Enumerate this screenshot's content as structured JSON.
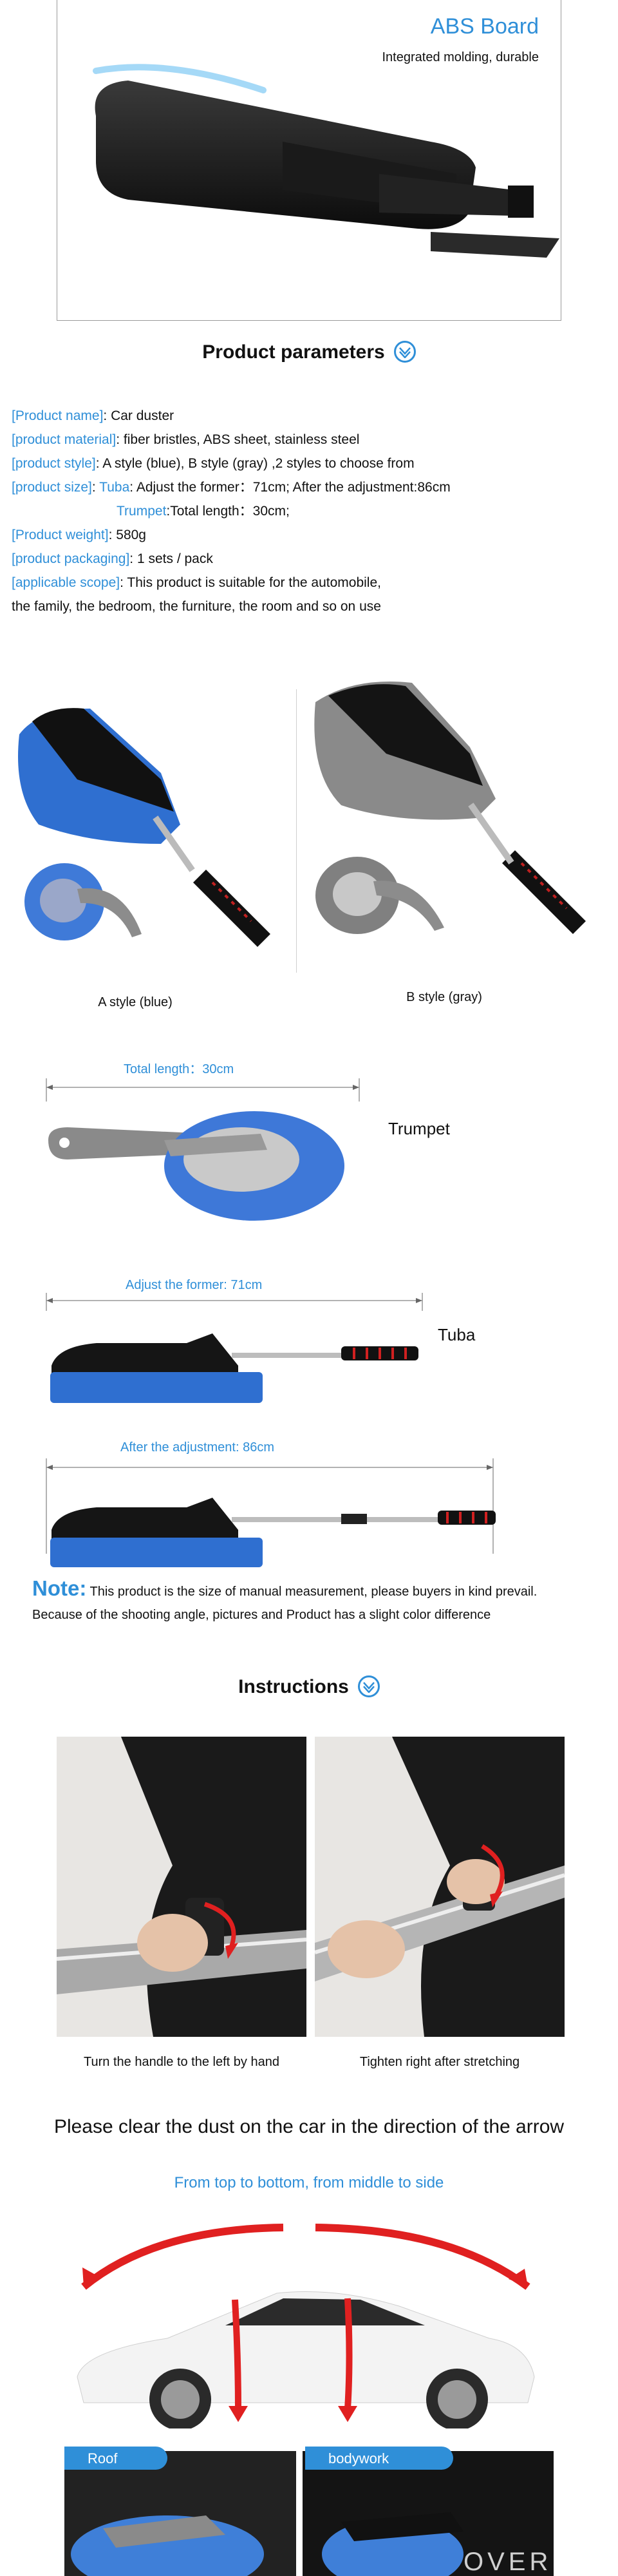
{
  "abs_board": {
    "title": "ABS Board",
    "subtitle": "Integrated molding, durable"
  },
  "params": {
    "title": "Product parameters",
    "rows": [
      {
        "key": "[Product name]",
        "sep": ":",
        "value": " Car duster"
      },
      {
        "key": "[product material]",
        "sep": ":",
        "value": " fiber bristles, ABS sheet, stainless steel"
      },
      {
        "key": "[product style]",
        "sep": ":",
        "value": " A style (blue), B style (gray) ,2 styles to choose from"
      },
      {
        "key": "[product size]",
        "sep": ":",
        "value": " Adjust the former：71cm; After the adjustment:86cm",
        "sub_key": " Tuba",
        "sub_sep": ":"
      },
      {
        "key": "",
        "sep": "",
        "value": "Total length：30cm;",
        "sub_key": "Trumpet",
        "sub_sep": ":"
      },
      {
        "key": "[Product weight]",
        "sep": ":",
        "value": " 580g"
      },
      {
        "key": "[product packaging]",
        "sep": ":",
        "value": " 1 sets / pack"
      },
      {
        "key": "[applicable scope]",
        "sep": ":",
        "value": " This product is suitable for the automobile,"
      },
      {
        "key": "",
        "sep": "",
        "value": "the family, the bedroom, the furniture, the room and so on use"
      }
    ]
  },
  "styles": {
    "a_label": "A style (blue)",
    "b_label": "B style (gray)"
  },
  "sizes": {
    "trumpet_dim": "Total length：30cm",
    "trumpet_label": "Trumpet",
    "tuba_dim": "Adjust the former: 71cm",
    "tuba_label": "Tuba",
    "after_dim": "After the adjustment: 86cm"
  },
  "note": {
    "label": "Note:",
    "text": " This product is the size of manual measurement, please buyers in kind prevail. Because of the shooting angle, pictures and Product has a slight color difference"
  },
  "instructions": {
    "title": "Instructions",
    "left_caption": "Turn the handle to the left by hand",
    "right_caption": "Tighten right after stretching"
  },
  "direction": {
    "title": "Please clear the dust on the car in the direction of the arrow",
    "subtitle": "From top to bottom, from middle to side"
  },
  "tags": {
    "roof": "Roof",
    "bodywork": "bodywork"
  },
  "colors": {
    "accent": "#2f8fd8",
    "blue_fiber": "#2f6fd0",
    "gray_fiber": "#8a8a8a",
    "red": "#e02020"
  }
}
